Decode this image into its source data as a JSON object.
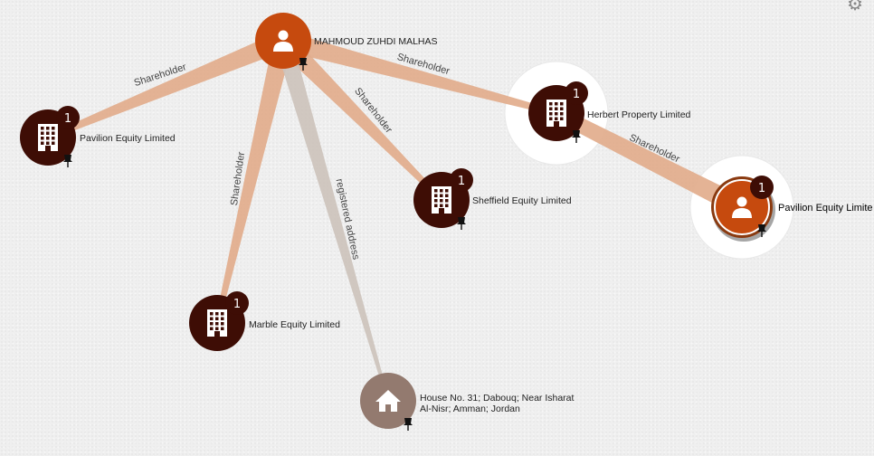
{
  "settings_icon": "gear-icon",
  "colors": {
    "person": "#c64a0e",
    "company": "#3e0d05",
    "address": "#937a6f",
    "shareholder_edge": "#e2ad8c",
    "address_edge": "#cdc3bc",
    "badge": "#3e0d05"
  },
  "nodes": [
    {
      "id": "mahmoud",
      "type": "person",
      "label": "MAHMOUD ZUHDI MALHAS",
      "badge": "",
      "pinned": true
    },
    {
      "id": "pavilion1",
      "type": "company",
      "label": "Pavilion Equity Limited",
      "badge": "1",
      "pinned": true
    },
    {
      "id": "marble",
      "type": "company",
      "label": "Marble Equity Limited",
      "badge": "1",
      "pinned": false
    },
    {
      "id": "sheffield",
      "type": "company",
      "label": "Sheffield Equity Limited",
      "badge": "1",
      "pinned": true
    },
    {
      "id": "herbert",
      "type": "company",
      "label": "Herbert Property Limited",
      "badge": "1",
      "pinned": true,
      "highlight": true
    },
    {
      "id": "pavilion2",
      "type": "person",
      "label": "Pavilion Equity Limite",
      "badge": "1",
      "pinned": true,
      "highlight": true,
      "selected": true
    },
    {
      "id": "house",
      "type": "address",
      "label_lines": [
        "House No. 31; Dabouq; Near Isharat",
        "Al-Nisr; Amman; Jordan"
      ],
      "badge": "",
      "pinned": true
    }
  ],
  "edges": [
    {
      "from": "mahmoud",
      "to": "pavilion1",
      "label": "Shareholder",
      "kind": "shareholder"
    },
    {
      "from": "mahmoud",
      "to": "marble",
      "label": "Shareholder",
      "kind": "shareholder"
    },
    {
      "from": "mahmoud",
      "to": "sheffield",
      "label": "Shareholder",
      "kind": "shareholder"
    },
    {
      "from": "mahmoud",
      "to": "herbert",
      "label": "Shareholder",
      "kind": "shareholder"
    },
    {
      "from": "mahmoud",
      "to": "house",
      "label": "registered address",
      "kind": "address"
    },
    {
      "from": "herbert",
      "to": "pavilion2",
      "label": "Shareholder",
      "kind": "shareholder"
    }
  ]
}
